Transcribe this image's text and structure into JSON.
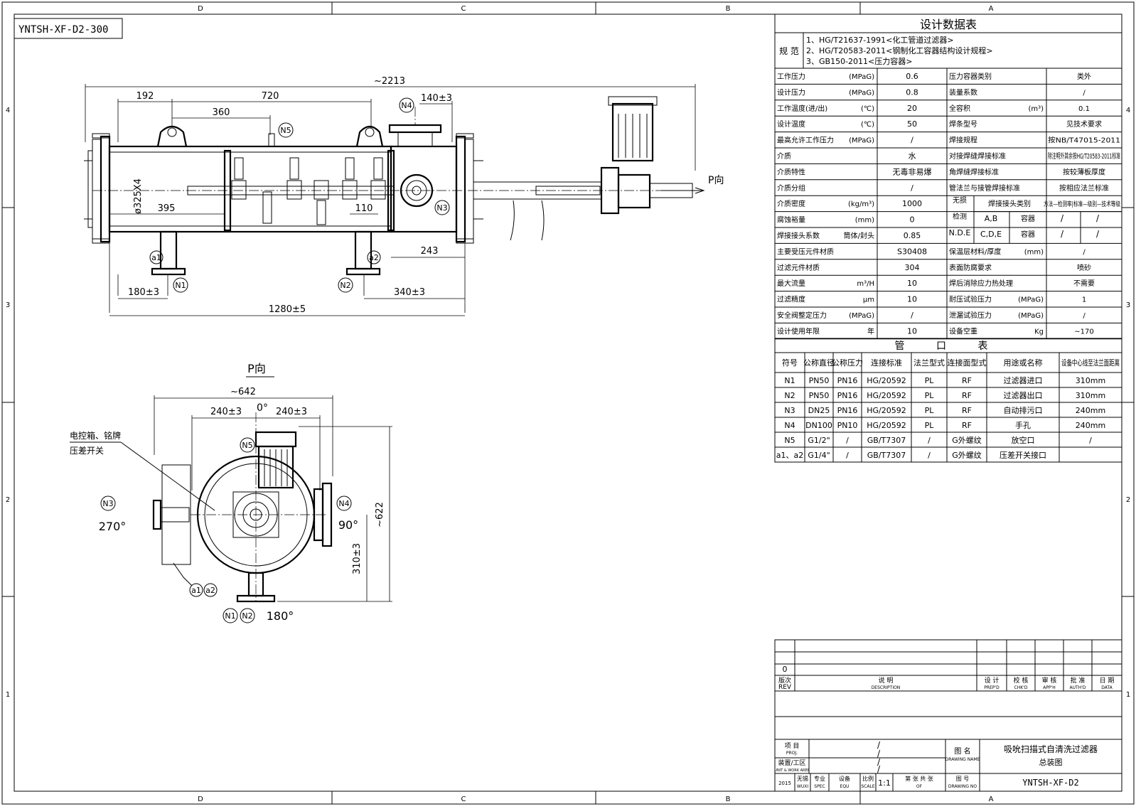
{
  "drawing_code": "YNTSH-XF-D2-300",
  "zones": {
    "cols": [
      "D",
      "C",
      "B",
      "A"
    ],
    "rows": [
      "4",
      "3",
      "2",
      "1"
    ]
  },
  "front_view": {
    "dims": {
      "overall": "~2213",
      "d192": "192",
      "d720": "720",
      "d360": "360",
      "d140": "140±3",
      "dia": "ø325X4",
      "d395": "395",
      "d110": "110",
      "d243": "243",
      "d180": "180±3",
      "d340": "340±3",
      "d1280": "1280±5"
    },
    "nozzles": {
      "n1": "N1",
      "n2": "N2",
      "n3": "N3",
      "n4": "N4",
      "n5": "N5",
      "a1": "a1",
      "a2": "a2"
    },
    "view_arrow": "P向"
  },
  "side_view": {
    "title": "P向",
    "dims": {
      "d642": "~642",
      "d240a": "240±3",
      "d240b": "240±3",
      "d622": "~622",
      "d310": "310±3"
    },
    "angles": {
      "a0": "0°",
      "a90": "90°",
      "a180": "180°",
      "a270": "270°"
    },
    "labels": {
      "box": "电控箱、铭牌",
      "switch": "压差开关"
    },
    "nozzles": {
      "n1": "N1",
      "n2": "N2",
      "n3": "N3",
      "n4": "N4",
      "n5": "N5",
      "a1": "a1",
      "a2": "a2"
    }
  },
  "design_table": {
    "title": "设计数据表",
    "standards_label": "规 范",
    "standards": [
      "1、HG/T21637-1991<化工管道过滤器>",
      "2、HG/T20583-2011<钢制化工容器结构设计规程>",
      "3、GB150-2011<压力容器>"
    ],
    "rows": [
      {
        "l": "工作压力",
        "u": "(MPaG)",
        "v": "0.6",
        "r": "压力容器类别",
        "ru": "",
        "rv": "类外"
      },
      {
        "l": "设计压力",
        "u": "(MPaG)",
        "v": "0.8",
        "r": "装量系数",
        "ru": "",
        "rv": "/"
      },
      {
        "l": "工作温度(进/出)",
        "u": "(℃)",
        "v": "20",
        "r": "全容积",
        "ru": "(m³)",
        "rv": "0.1"
      },
      {
        "l": "设计温度",
        "u": "(℃)",
        "v": "50",
        "r": "焊条型号",
        "ru": "",
        "rv": "见技术要求"
      },
      {
        "l": "最高允许工作压力",
        "u": "(MPaG)",
        "v": "/",
        "r": "焊接规程",
        "ru": "",
        "rv": "按NB/T47015-2011"
      },
      {
        "l": "介质",
        "u": "",
        "v": "水",
        "r": "对接焊缝焊接标准",
        "ru": "",
        "rv": "除注明外其余按HG/T20583-2011标准"
      },
      {
        "l": "介质特性",
        "u": "",
        "v": "无毒非易爆",
        "r": "角焊缝焊接标准",
        "ru": "",
        "rv": "按较薄板厚度"
      },
      {
        "l": "介质分组",
        "u": "",
        "v": "/",
        "r": "管法兰与接管焊接标准",
        "ru": "",
        "rv": "按相应法兰标准"
      },
      {
        "l": "介质密度",
        "u": "(kg/m³)",
        "v": "1000"
      },
      {
        "l": "腐蚀裕量",
        "u": "(mm)",
        "v": "0"
      },
      {
        "l": "焊接接头系数",
        "u": "筒体/封头",
        "v": "0.85"
      },
      {
        "l": "主要受压元件材质",
        "u": "",
        "v": "S30408",
        "r": "保温层材料/厚度",
        "ru": "(mm)",
        "rv": "/"
      },
      {
        "l": "过滤元件材质",
        "u": "",
        "v": "304",
        "r": "表面防腐要求",
        "ru": "",
        "rv": "喷砂"
      },
      {
        "l": "最大流量",
        "u": "m³/H",
        "v": "10",
        "r": "焊后消除应力热处理",
        "ru": "",
        "rv": "不需要"
      },
      {
        "l": "过滤精度",
        "u": "μm",
        "v": "10",
        "r": "耐压试验压力",
        "ru": "(MPaG)",
        "rv": "1"
      },
      {
        "l": "安全阀整定压力",
        "u": "(MPaG)",
        "v": "/",
        "r": "泄漏试验压力",
        "ru": "(MPaG)",
        "rv": "/"
      },
      {
        "l": "设计使用年限",
        "u": "年",
        "v": "10",
        "r": "设备空重",
        "ru": "Kg",
        "rv": "~170"
      }
    ],
    "ndt": {
      "label1": "无损",
      "label2": "检测",
      "label3": "N.D.E",
      "h1": "焊接接头类别",
      "h2": "方法—检测率|标准—级别—技术等级",
      "r1": "A,B",
      "r2": "C,D,E",
      "c1": "容器",
      "c2": "容器",
      "s": "/"
    }
  },
  "nozzle_table": {
    "title": "管 口 表",
    "headers": [
      "符号",
      "公称直径",
      "公称压力",
      "连接标准",
      "法兰型式",
      "连接面型式",
      "用途或名称",
      "设备中心线至法兰面距离"
    ],
    "rows": [
      [
        "N1",
        "PN50",
        "PN16",
        "HG/20592",
        "PL",
        "RF",
        "过滤器进口",
        "310mm"
      ],
      [
        "N2",
        "PN50",
        "PN16",
        "HG/20592",
        "PL",
        "RF",
        "过滤器出口",
        "310mm"
      ],
      [
        "N3",
        "DN25",
        "PN16",
        "HG/20592",
        "PL",
        "RF",
        "自动排污口",
        "240mm"
      ],
      [
        "N4",
        "DN100",
        "PN10",
        "HG/20592",
        "PL",
        "RF",
        "手孔",
        "240mm"
      ],
      [
        "N5",
        "G1/2\"",
        "/",
        "GB/T7307",
        "/",
        "G外螺纹",
        "放空口",
        "/"
      ],
      [
        "a1、a2",
        "G1/4\"",
        "/",
        "GB/T7307",
        "/",
        "G外螺纹",
        "压差开关接口",
        ""
      ]
    ]
  },
  "title_block": {
    "rev0": "0",
    "rev_cn": "版次",
    "rev_en": "REV",
    "desc_cn": "说  明",
    "desc_en": "DESCRIPTION",
    "prep_cn": "设 计",
    "prep_en": "PREP'D",
    "chkd_cn": "校 核",
    "chkd_en": "CHK'D",
    "appr_cn": "审 核",
    "appr_en": "APP'H",
    "auth_cn": "批 准",
    "auth_en": "AUTH'D",
    "date_cn": "日 期",
    "date_en": "DATA",
    "proj_cn": "项 目",
    "proj_en": "PROJ.",
    "unit_cn": "装置/工区",
    "unit_en": "UNIT & WORK AREP",
    "name_cn": "图 名",
    "name_en": "DRAWING NAME",
    "title1": "吸吮扫描式自清洗过滤器",
    "title2": "总装图",
    "year": "2015",
    "city": "无锡",
    "city_en": "WUXI",
    "spec_cn": "专业",
    "spec_en": "SPEC",
    "equ_cn": "设备",
    "equ_en": "EQU",
    "scale_cn": "比例",
    "scale_en": "SCALE",
    "scale": "1:1",
    "sheet_cn": "第 张 共 张",
    "sheet_en": "OF",
    "dwgno_cn": "图 号",
    "dwgno_en": "DRAWING NO",
    "dwgno": "YNTSH-XF-D2",
    "slash": "/"
  }
}
